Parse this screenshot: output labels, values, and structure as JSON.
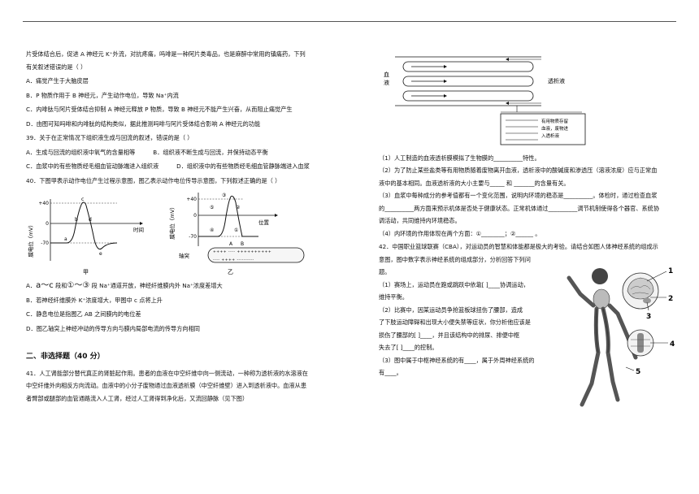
{
  "q38": {
    "line1": "片受体结合后，促进 A 神经元 K⁺外流，对抗疼痛，吗啡是一种阿片类毒品，也是麻醉中常用的镇痛药，下列",
    "line2": "有关叙述错误的是（          ）",
    "A": "A．痛觉产生于大脑皮层",
    "B": "B．P 物质作用于 B 神经元，产生动作电位，导致 Na⁺内流",
    "C": "C．内啡肽与阿片受体结合抑制 A 神经元释放 P 物质，导致 B 神经元不能产生兴奋，从而阻止痛觉产生",
    "D": "D．由图可知吗啡和内啡肽的结构类似，据此推测吗啡与阿片受体结合影响 A 神经元的功能"
  },
  "q39": {
    "stem": "39．关于在正常情况下组织液生成与回流的叙述，错误的是（          ）",
    "A": "A．生成与回流的组织液中氧气的含量相等",
    "B": "B．组织液不断生成与回流，并保持动态平衡",
    "C": "C．血浆中的有些物质经毛细血管动脉端进入组织液",
    "D": "D．组织液中的有些物质经毛细血管静脉端进入血浆"
  },
  "q40": {
    "stem": "40．下图甲表示动作电位产生过程示意图，图乙表示动作电位传导示意图，下列叙述正确的是（          ）",
    "figA": {
      "ylabel": "膜电位（mV）",
      "tick_top": "+40",
      "tick_zero": "0",
      "tick_bottom": "-70",
      "xlabel": "时间",
      "caption": "甲",
      "labels": {
        "a": "a",
        "b": "b",
        "c": "c",
        "d": "d",
        "e": "e"
      }
    },
    "figB": {
      "ylabel": "膜电位（mV）",
      "tick_top": "+40",
      "tick_zero": "0",
      "tick_bottom": "-70",
      "xlabel": "位置",
      "caption": "乙",
      "axon": "轴突",
      "labels": {
        "n1": "①",
        "n2": "②",
        "n3": "③",
        "n4": "④",
        "n5": "⑤",
        "A": "A",
        "B": "B"
      }
    },
    "A_pre": "A．",
    "A_big1": "a～c",
    "A_mid": " 段和",
    "A_big2": "①～③",
    "A_post": " 段 Na⁺通道开放，神经纤维膜内外 Na⁺浓度差增大",
    "B": "B．若神经纤维膜外 K⁺浓度增大，甲图中 c 点将上升",
    "C": "C．静息电位是指图乙 AB 之间膜内的电位差",
    "D": "D．图乙轴突上神经冲动的传导方向与膜内局部电流的传导方向相同"
  },
  "section2": "二、非选择题（40 分）",
  "q41": {
    "line1": "41．人工肾能部分替代真正的肾脏起作用。患者的血液在中空纤维中向一侧流动，一种称为透析液的水溶液在",
    "line2": "中空纤维外向相反方向流动。血液中的小分子废物通过血液透析膜（中空纤维壁）进入到透析液中。血液从患",
    "line3": "者臂部或腿部的血管通路流入人工肾，经过人工肾得到净化后，又流回静脉（见下图）",
    "fig": {
      "blood": "血液",
      "dialysate": "透析液",
      "box": [
        "有用物质存留",
        "血液，废物进",
        "入透析液"
      ]
    },
    "s1": "（1）人工制造的血液透析膜模拟了生物膜的__________特性。",
    "s2a": "（2）为了防止某些盐类等有用物质随着废物离开血液，透析液中的酸碱度和渗透压（溶液浓度）应与正常血",
    "s2b": "液中的基本相同。血液透析液的大小主要与_____ 和 _______的含量有关。",
    "s3a": "（3）血浆中每种成分的参考值都有一个变化范围，说明内环境的稳态是__________。体检时，通过检查血浆",
    "s3b": "的__________两方面来预示机体是否处于健康状态。正常机体通过__________调节机制使得各个器官、系统协",
    "s3c": "调活动，共同维持内环境稳态。",
    "s4": "（4）内环境的作用体现在两个方面：①________；②______ 。"
  },
  "q42": {
    "l1": "42．中国职业篮球联赛（CBA），对运动员的智慧和体能都是极大的考验。请结合如图人体神经系统的组成示",
    "l2": "意图，图中数字表示神经系统的组成部分，分析回答下列问",
    "l3": "题。",
    "s1a": "（1）赛场上，运动员在跑或跳跃中依靠[      ]____协调运动，",
    "s1b": "维持平衡。",
    "s2a": "（2）比赛中，因某运动员争抢篮板球扭伤了腰部，造成",
    "s2b": "了下肢运动障碍和出现大小便失禁等症状，你分析他应该是",
    "s2c": "损伤了腰部的[      ]____，并且该结构中的排尿、排便中枢",
    "s2d": "失去了[      ]____的控制。",
    "s3a": "（3）图中属于中枢神经系统的有____，属于外周神经系统的",
    "s3b": "有____。",
    "fig": {
      "n1": "1",
      "n2": "2",
      "n3": "3",
      "n4": "4",
      "n5": "5"
    }
  }
}
